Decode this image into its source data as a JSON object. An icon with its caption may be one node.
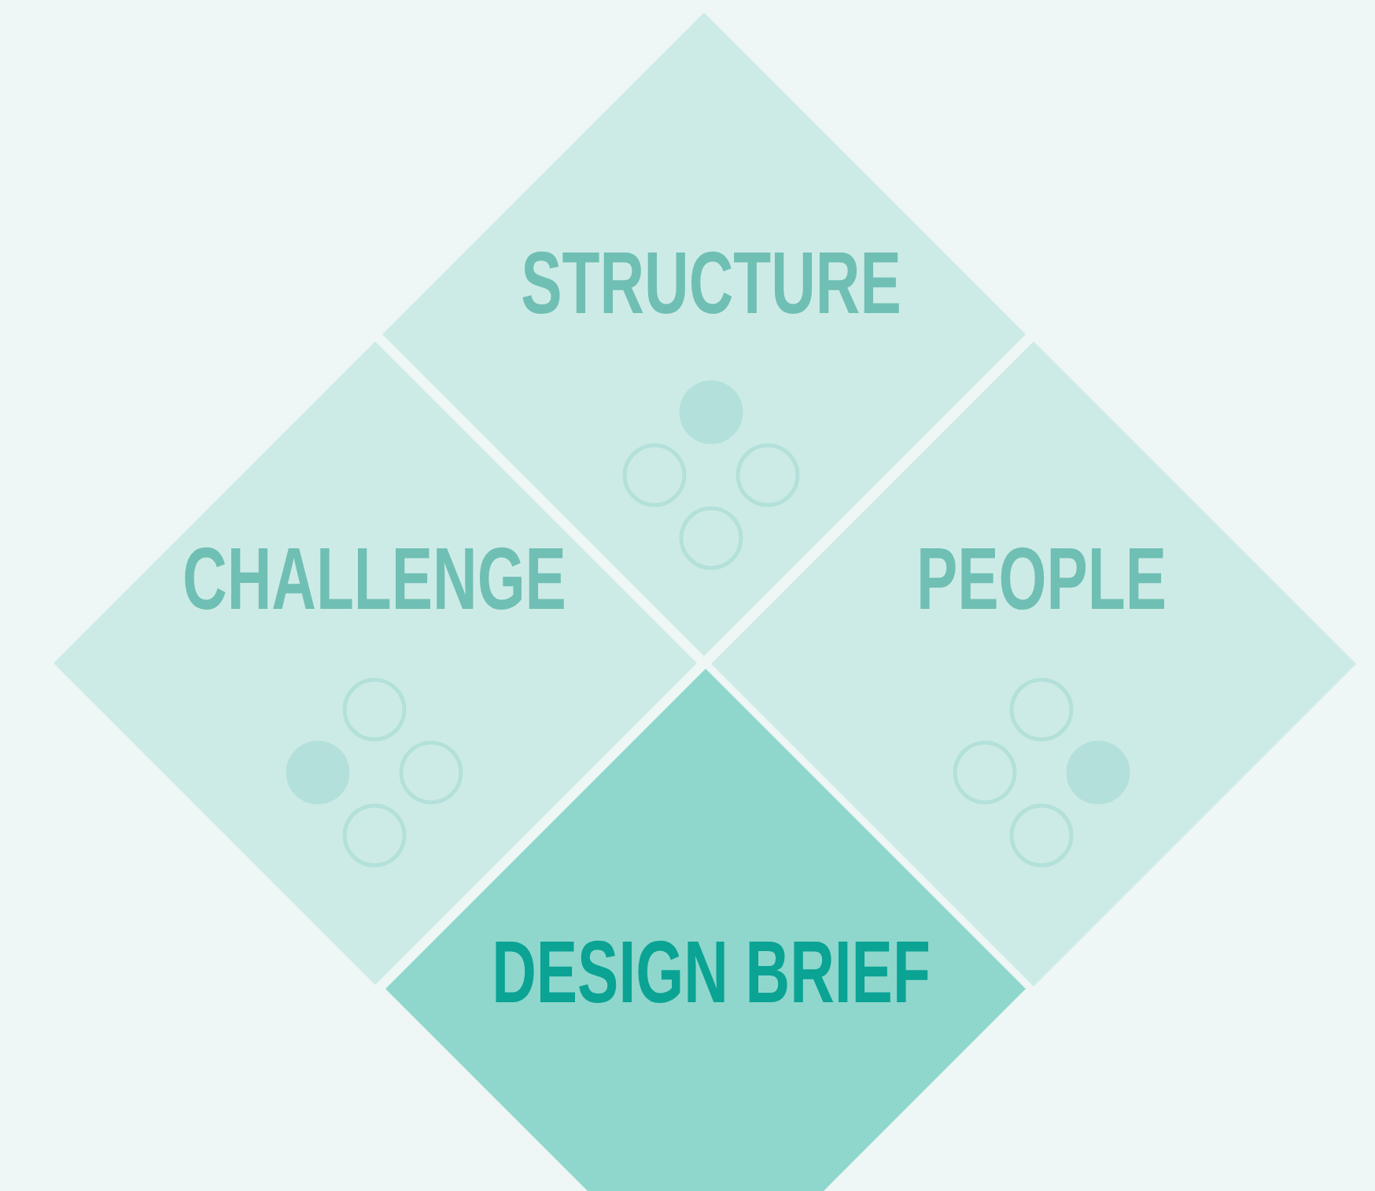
{
  "diagram": {
    "nodes": [
      {
        "text": [
          "STRUCTURE"
        ]
      },
      {
        "text": [
          "CHALLENGE"
        ]
      },
      {
        "text": [
          "PEOPLE"
        ]
      },
      {
        "text": [
          "DESIGN BRIEF"
        ]
      }
    ]
  }
}
